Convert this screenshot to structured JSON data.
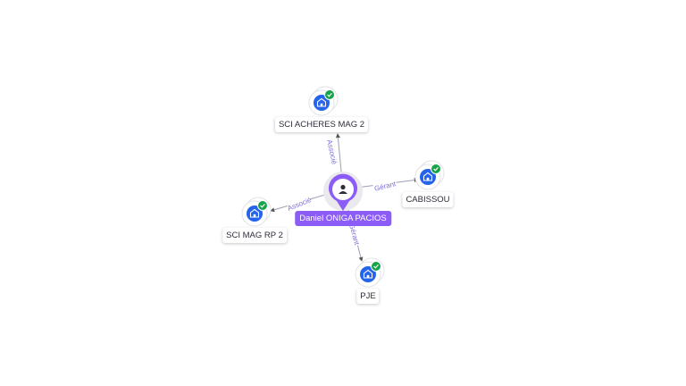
{
  "center": {
    "label": "Daniel ONIGA PACIOS",
    "icon": "person-icon",
    "color": "#8b5cf6"
  },
  "nodes": [
    {
      "id": "acheres",
      "label": "SCI ACHERES MAG 2",
      "icon": "building-icon",
      "verified": true
    },
    {
      "id": "cabissou",
      "label": "CABISSOU",
      "icon": "building-icon",
      "verified": true
    },
    {
      "id": "magrp2",
      "label": "SCI MAG RP 2",
      "icon": "building-icon",
      "verified": true
    },
    {
      "id": "pje",
      "label": "PJE",
      "icon": "building-icon",
      "verified": true
    }
  ],
  "edges": [
    {
      "to": "acheres",
      "label": "Associé"
    },
    {
      "to": "cabissou",
      "label": "Gérant"
    },
    {
      "to": "magrp2",
      "label": "Associé"
    },
    {
      "to": "pje",
      "label": "Gérant"
    }
  ],
  "colors": {
    "company": "#2563eb",
    "verified": "#16a34a",
    "edge": "#7c6fe0"
  }
}
